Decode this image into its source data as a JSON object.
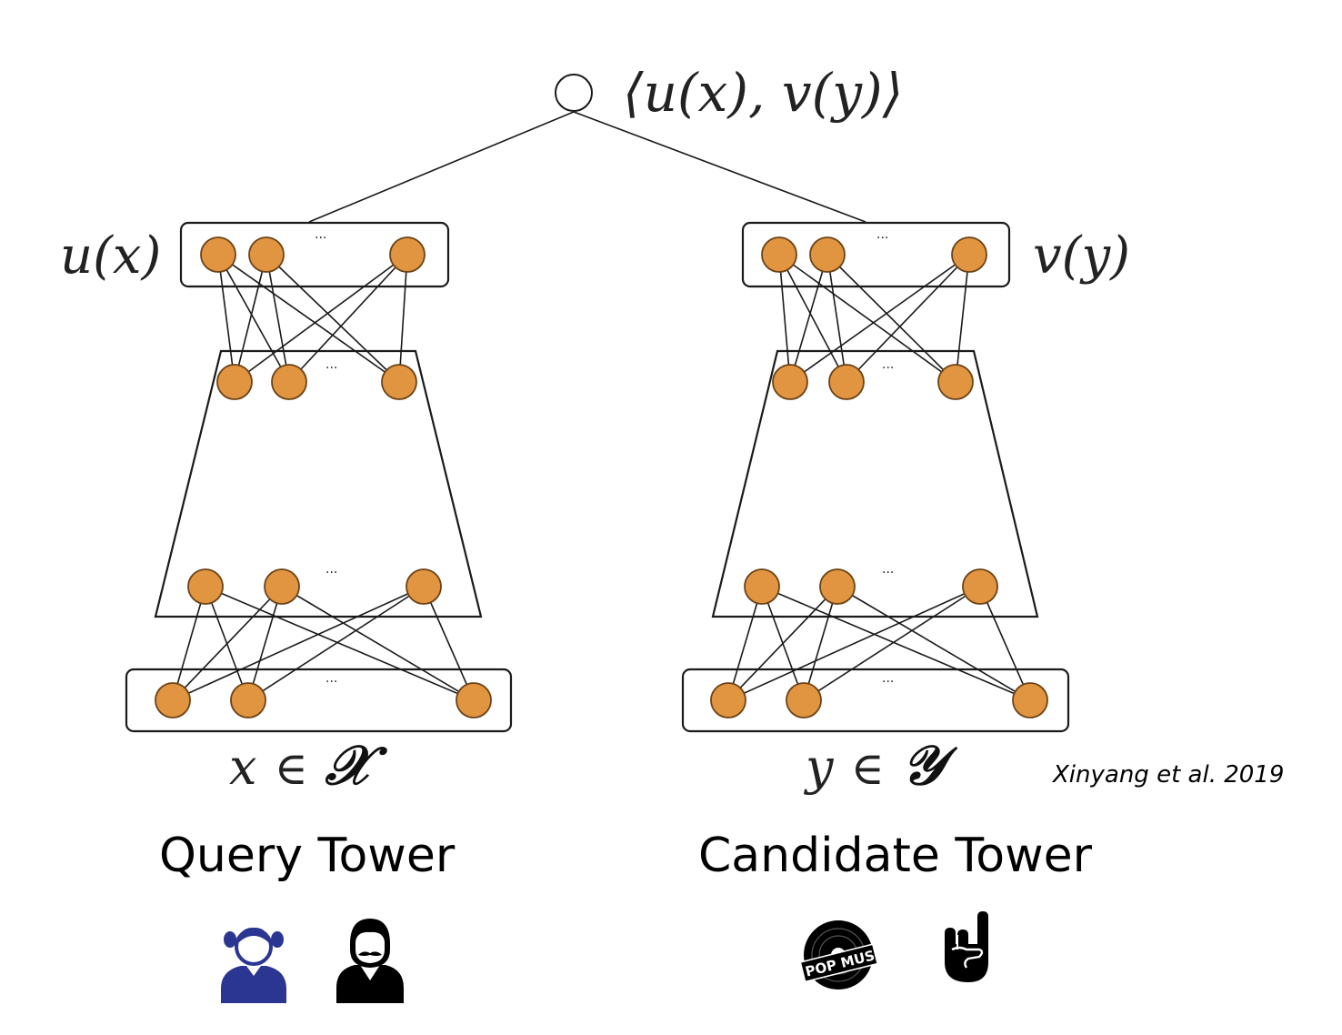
{
  "score_label": "⟨u(x), v(y)⟩",
  "dots": "...",
  "query": {
    "embedding_label": "u(x)",
    "input_label_var": "x",
    "input_label_op": "∈",
    "input_label_set": "𝒳",
    "title": "Query Tower",
    "icons": [
      "girl-user-icon",
      "man-mustache-user-icon"
    ]
  },
  "candidate": {
    "embedding_label": "v(y)",
    "input_label_var": "y",
    "input_label_op": "∈",
    "input_label_set": "𝒴",
    "title": "Candidate Tower",
    "icons": [
      "pop-music-vinyl-icon",
      "rock-hand-icon"
    ],
    "pop_music_text": "POP MUSIC"
  },
  "citation": "Xinyang et al. 2019",
  "colors": {
    "node_fill": "#e29540",
    "node_stroke": "#6b4318",
    "user_icon_blue": "#2b3592",
    "black": "#000000"
  }
}
